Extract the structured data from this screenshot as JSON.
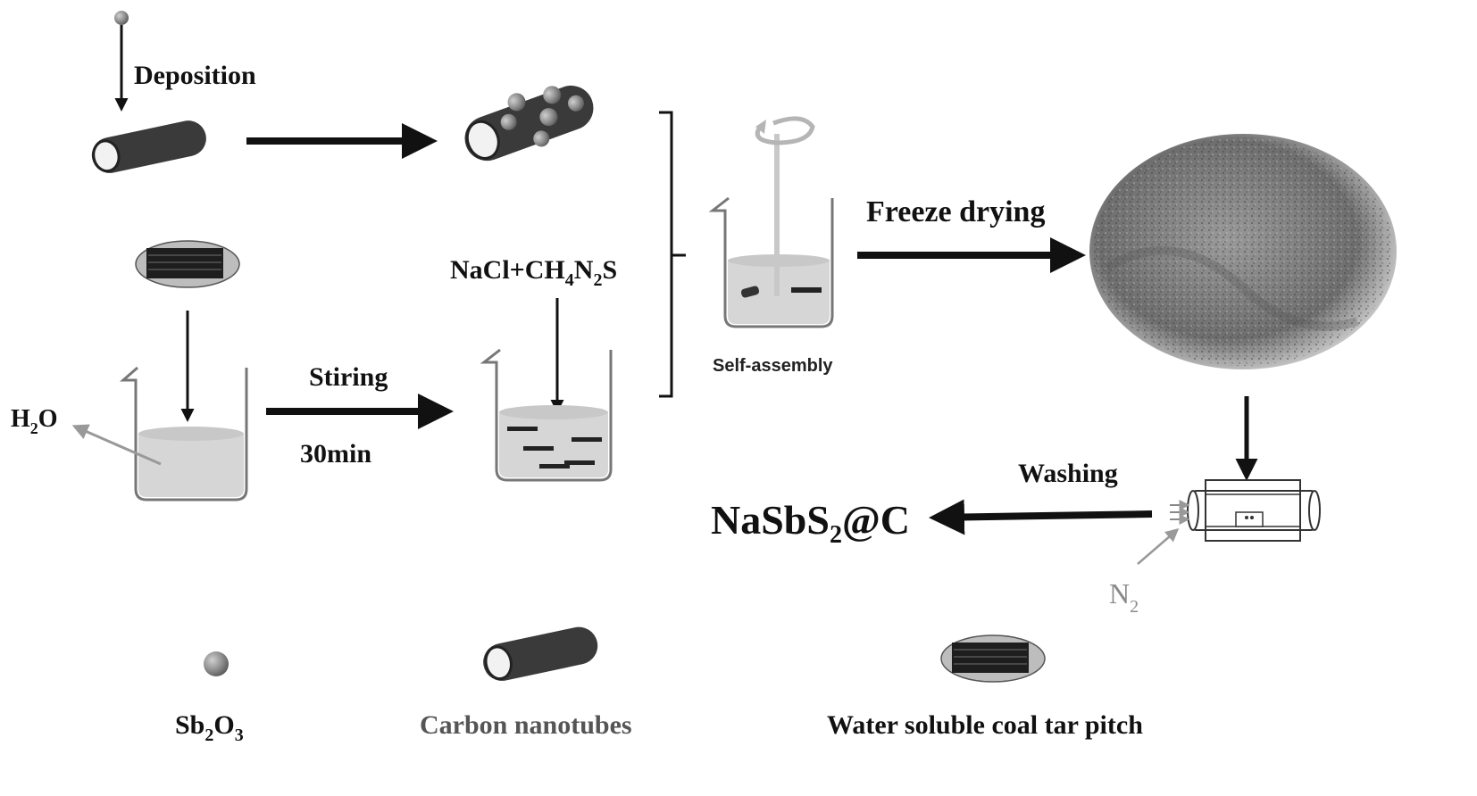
{
  "labels": {
    "deposition": "Deposition",
    "freeze_drying": "Freeze drying",
    "stiring": "Stiring",
    "time": "30min",
    "self_assembly": "Self-assembly",
    "washing": "Washing",
    "reagent_prefix": "NaCl+CH",
    "reagent_h_sub": "4",
    "reagent_n": "N",
    "reagent_n_sub": "2",
    "reagent_s": "S",
    "water_h": "H",
    "water_sub": "2",
    "water_o": "O",
    "product_prefix": "NaSbS",
    "product_sub": "2",
    "product_suffix": "@C",
    "nitrogen": "N",
    "nitrogen_sub": "2"
  },
  "legend": {
    "sb_base": "Sb",
    "sb_sub1": "2",
    "sb_o": "O",
    "sb_sub2": "3",
    "carbon_nanotubes": "Carbon nanotubes",
    "pitch": "Water soluble coal tar pitch"
  },
  "colors": {
    "ink": "#111111",
    "nanotube": "#3a3a3a",
    "sphere": "#8c8c8c",
    "liquid": "#d6d6d6",
    "aerogel": "#7d7d7d"
  }
}
